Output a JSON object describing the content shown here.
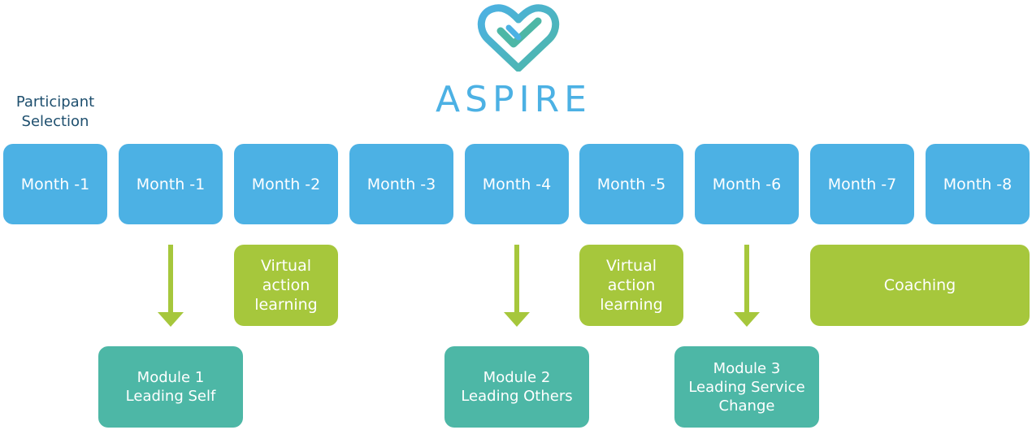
{
  "title": "ASPIRE",
  "participant_label": "Participant\nSelection",
  "months": [
    "Month -1",
    "Month -1",
    "Month -2",
    "Month -3",
    "Month -4",
    "Month -5",
    "Month -6",
    "Month -7",
    "Month -8"
  ],
  "activities": [
    "Virtual\naction\nlearning",
    "Virtual\naction\nlearning",
    "Coaching"
  ],
  "modules": [
    "Module 1\nLeading Self",
    "Module 2\nLeading Others",
    "Module 3\nLeading Service\nChange"
  ],
  "colors": {
    "month": "#4cb1e4",
    "activity": "#a6c73c",
    "module": "#4db7a6",
    "arrow": "#a6c73c",
    "title": "#4cb1e4",
    "participant_text": "#1e4f6e"
  },
  "icons": {
    "logo": "heart-check-logo",
    "arrow": "arrow-down-icon"
  }
}
